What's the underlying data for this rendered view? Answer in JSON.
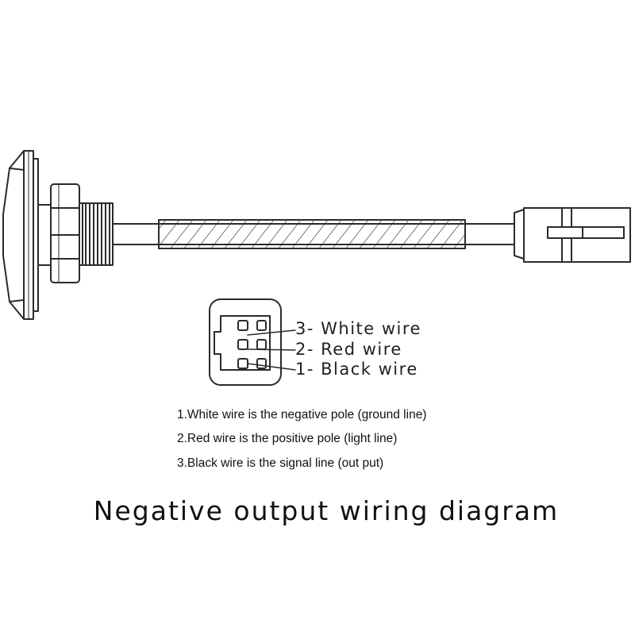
{
  "pins": [
    {
      "number": "3",
      "label": "White wire"
    },
    {
      "number": "2",
      "label": "Red wire"
    },
    {
      "number": "1",
      "label": "Black wire"
    }
  ],
  "notes": [
    "1.White wire is the negative pole (ground line)",
    "2.Red wire is the positive pole (light line)",
    "3.Black wire is the signal line (out put)"
  ],
  "title": "Negative output wiring diagram",
  "pin_label_format": "{number}- {label}",
  "colors": {
    "line": "#2b2b2b",
    "background": "#ffffff"
  }
}
